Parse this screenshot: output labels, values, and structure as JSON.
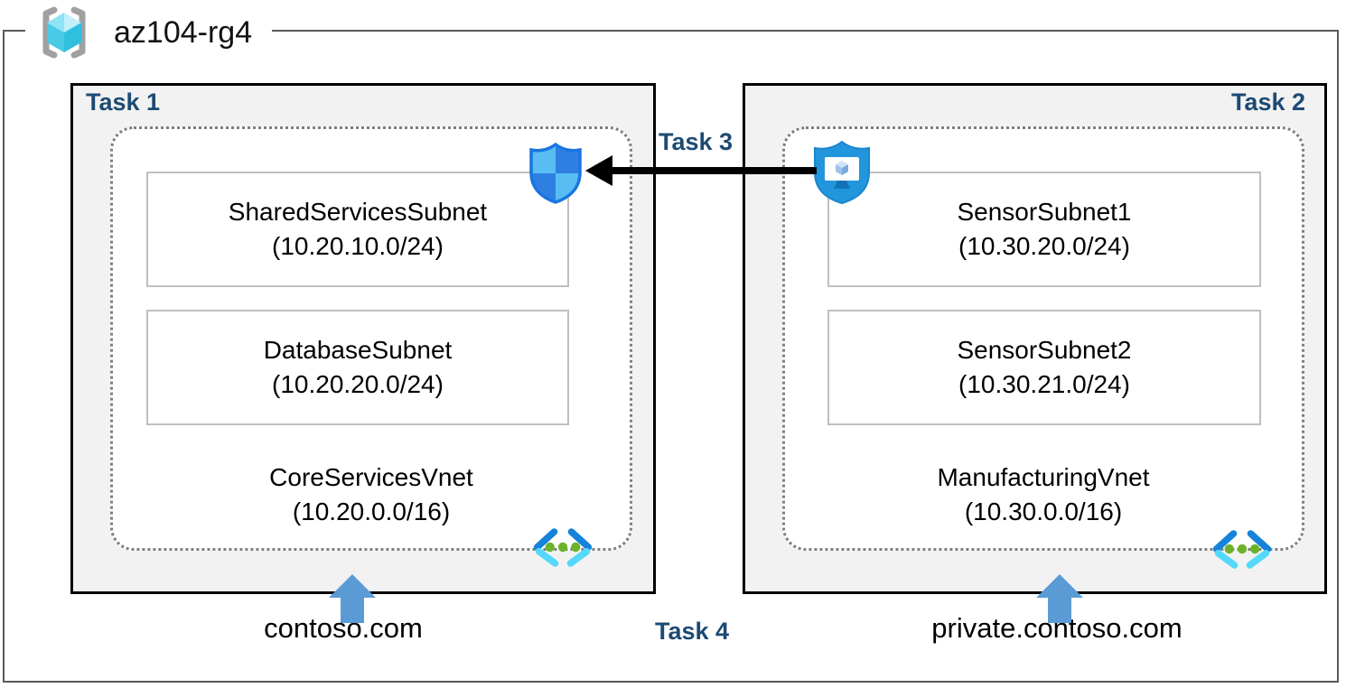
{
  "resource_group": {
    "title": "az104-rg4",
    "icon": "resource-group-icon"
  },
  "left_box": {
    "task_label": "Task 1",
    "subnets": [
      {
        "name": "SharedServicesSubnet",
        "cidr": "(10.20.10.0/24)"
      },
      {
        "name": "DatabaseSubnet",
        "cidr": "(10.20.20.0/24)"
      }
    ],
    "vnet": {
      "name": "CoreServicesVnet",
      "cidr": "(10.20.0.0/16)"
    },
    "dns_label": "contoso.com"
  },
  "right_box": {
    "task_label": "Task 2",
    "subnets": [
      {
        "name": "SensorSubnet1",
        "cidr": "(10.30.20.0/24)"
      },
      {
        "name": "SensorSubnet2",
        "cidr": "(10.30.21.0/24)"
      }
    ],
    "vnet": {
      "name": "ManufacturingVnet",
      "cidr": "(10.30.0.0/16)"
    },
    "dns_label": "private.contoso.com"
  },
  "connections": {
    "task3_label": "Task 3",
    "task4_label": "Task 4",
    "peering_arrow_icon": "left-arrow-icon",
    "dns_arrow_icon": "up-arrow-icon"
  },
  "icons": {
    "nsg": "nsg-shield-icon",
    "shielded_vm": "shielded-vm-icon",
    "virtual_network": "virtual-network-icon"
  },
  "colors": {
    "task_label": "#1d4a73",
    "box_fill": "#f2f2f2",
    "box_border": "#000000",
    "dashed_border": "#7f7f7f",
    "subnet_border": "#bfbfbf",
    "frame_border": "#5a5a5a",
    "dns_arrow": "#5b9bd5",
    "peering_arrow": "#000000",
    "shield_light": "#57bdf2",
    "shield_dark": "#2f7fe3",
    "vnet_chevron_dark": "#1583d9",
    "vnet_chevron_light": "#55d9fa",
    "vnet_dots_green": "#6cb32b",
    "cube_cyan": "#49cbe6"
  }
}
